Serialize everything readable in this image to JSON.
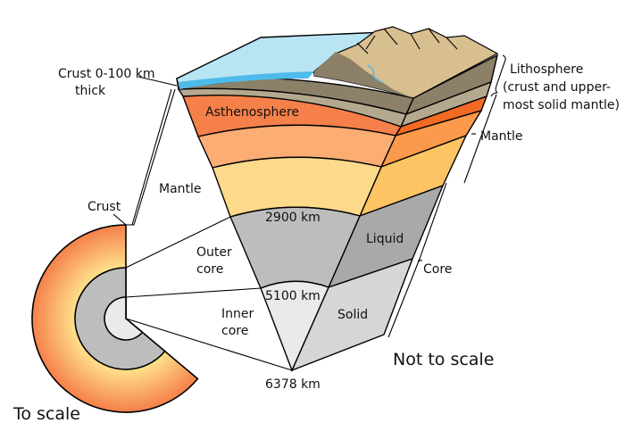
{
  "labels": {
    "crust_thickness_line1": "Crust 0-100 km",
    "crust_thickness_line2": "thick",
    "lithosphere": "Lithosphere",
    "lithosphere_desc1": "(crust and upper-",
    "lithosphere_desc2": "most solid mantle)",
    "mantle_right": "Mantle",
    "core_right": "Core",
    "asthenosphere": "Asthenosphere",
    "mantle_left": "Mantle",
    "crust": "Crust",
    "depth_2900": "2900 km",
    "liquid": "Liquid",
    "outer_core_1": "Outer",
    "outer_core_2": "core",
    "depth_5100": "5100 km",
    "inner_core_1": "Inner",
    "inner_core_2": "core",
    "solid": "Solid",
    "depth_6378": "6378 km",
    "not_to_scale": "Not to scale",
    "to_scale": "To scale"
  },
  "colors": {
    "ocean": "#b9e4f4",
    "ocean_deep": "#4dbbea",
    "land_top": "#d8bf8f",
    "land_side": "#8c8068",
    "crust_layer": "#b4a98e",
    "asthenosphere": "#f5804a",
    "upper_mantle": "#fbad74",
    "lower_mantle": "#fdd98c",
    "outer_core": "#bdbdbd",
    "inner_core": "#eaeaea"
  }
}
